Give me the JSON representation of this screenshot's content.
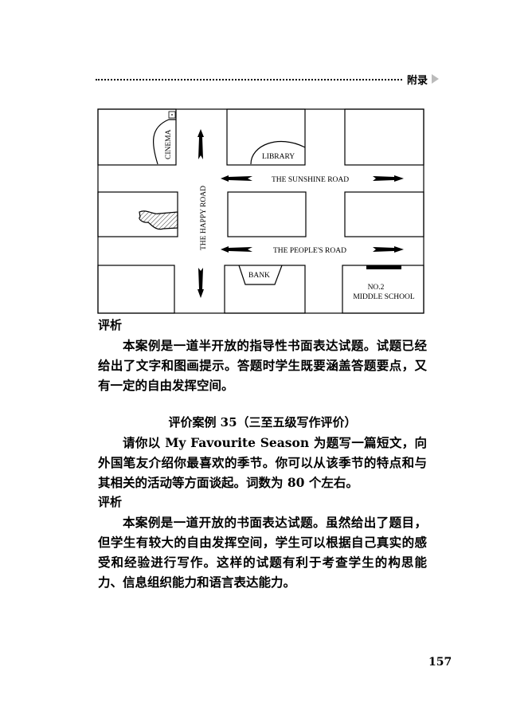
{
  "header": {
    "section_label": "附录",
    "arrow_icon": "triangle-right-icon"
  },
  "map": {
    "cinema": "CINEMA",
    "library": "LIBRARY",
    "bank": "BANK",
    "school_line1": "NO.2",
    "school_line2": "MIDDLE SCHOOL",
    "road_vertical": "THE HAPPY ROAD",
    "road_top": "THE SUNSHINE ROAD",
    "road_bottom": "THE PEOPLE'S ROAD"
  },
  "sections": [
    {
      "heading": "评析",
      "paragraph": "本案例是一道半开放的指导性书面表达试题。试题已经给出了文字和图画提示。答题时学生既要涵盖答题要点，又有一定的自由发挥空间。"
    },
    {
      "title": "评价案例 35（三至五级写作评价）",
      "paragraph": "请你以 My Favourite Season 为题写一篇短文，向外国笔友介绍你最喜欢的季节。你可以从该季节的特点和与其相关的活动等方面谈起。词数为 80 个左右。"
    },
    {
      "heading": "评析",
      "paragraph": "本案例是一道开放的书面表达试题。虽然给出了题目，但学生有较大的自由发挥空间，学生可以根据自己真实的感受和经验进行写作。这样的试题有利于考查学生的构思能力、信息组织能力和语言表达能力。"
    }
  ],
  "page_number": "157"
}
